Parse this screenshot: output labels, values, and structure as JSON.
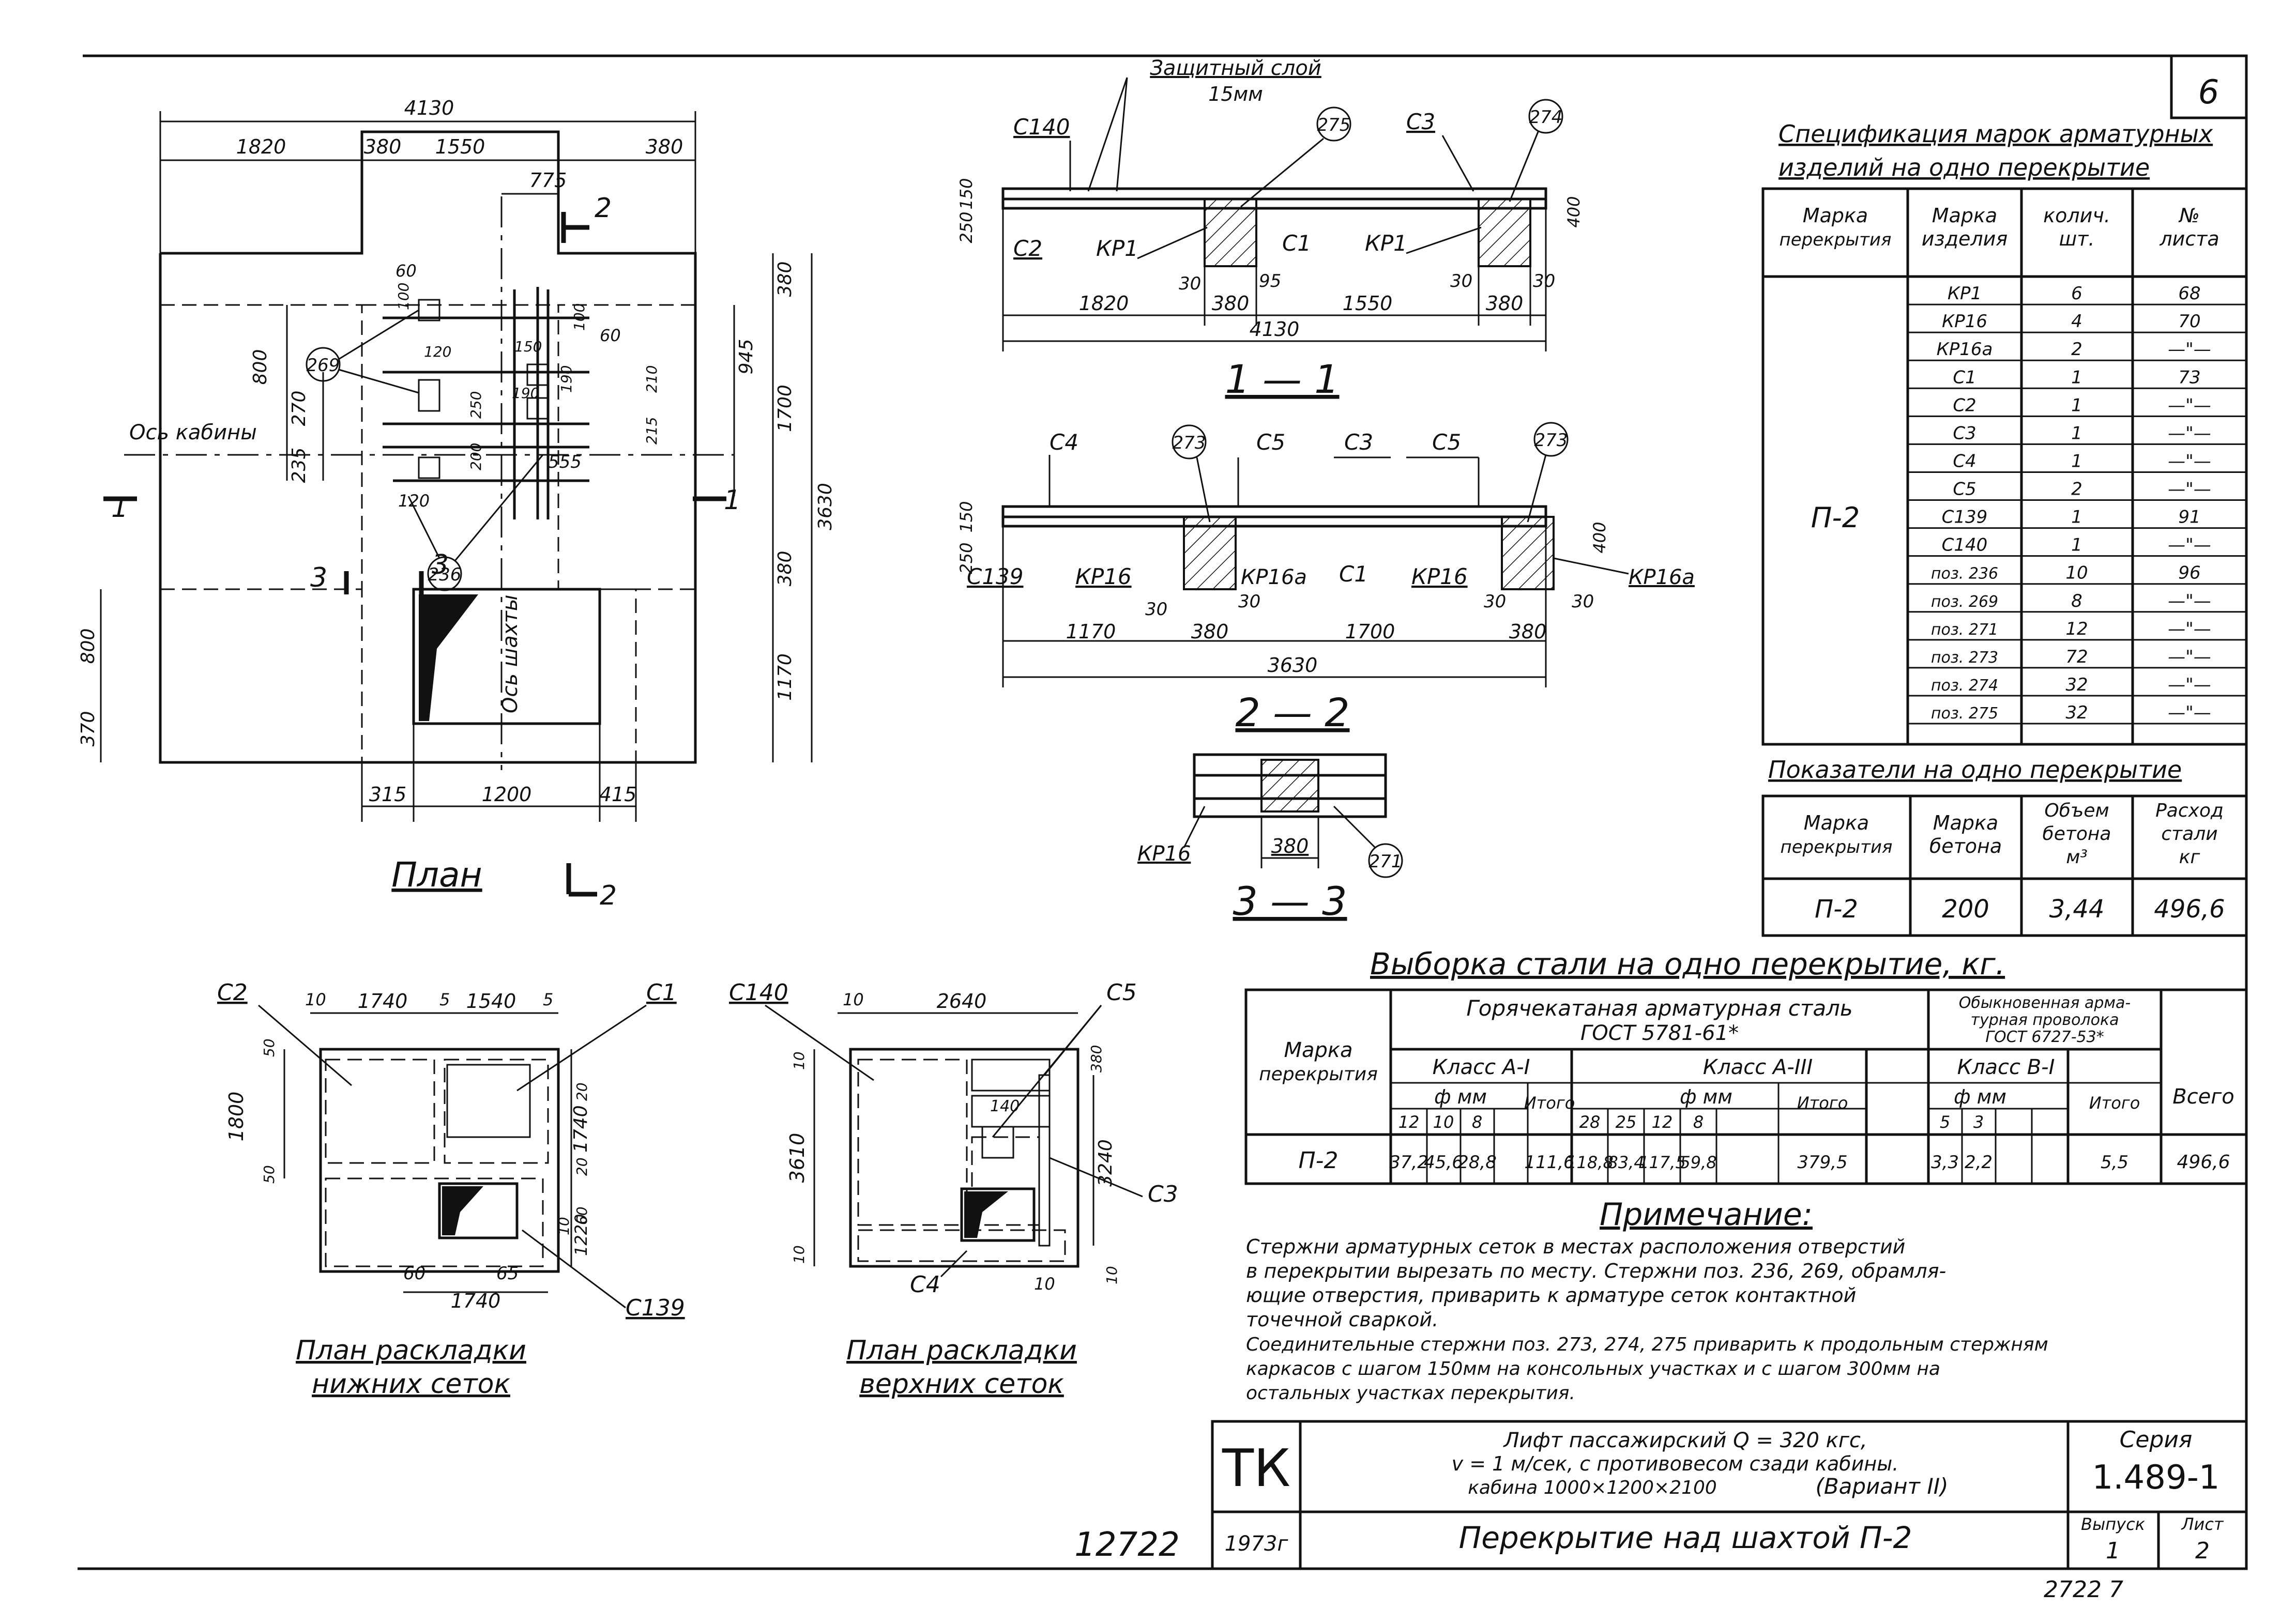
{
  "sheet_number": "6",
  "plan": {
    "title": "План",
    "dims_top": [
      "1820",
      "380",
      "1550",
      "380"
    ],
    "dim_total_top": "4130",
    "dim_775": "775",
    "dims_right": [
      "380",
      "945",
      "1700",
      "3630",
      "380",
      "1170"
    ],
    "dims_left": [
      "800",
      "270",
      "235",
      "800",
      "370"
    ],
    "dims_inner": [
      "60",
      "100",
      "100",
      "120",
      "60",
      "190",
      "150",
      "250",
      "190",
      "210",
      "215",
      "555",
      "200",
      "120"
    ],
    "dims_bottom": [
      "315",
      "1200",
      "415"
    ],
    "axis_cabin": "Ось кабины",
    "axis_shaft": "Ось шахты",
    "marks": [
      "269",
      "236"
    ],
    "section_1": "1",
    "section_2": "2",
    "section_3": "3"
  },
  "section_1_1": {
    "title": "1 — 1",
    "protective_layer": "Защитный слой",
    "protective_layer_value": "15мм",
    "labels": [
      "С140",
      "С3",
      "С2",
      "КР1",
      "С1",
      "КР1"
    ],
    "marks": [
      "275",
      "274"
    ],
    "dims_left": [
      "250",
      "150"
    ],
    "dim_right": "400",
    "dims_small": [
      "30",
      "95",
      "30",
      "30"
    ],
    "dims_bottom": [
      "1820",
      "380",
      "1550",
      "380"
    ],
    "dim_total": "4130"
  },
  "section_2_2": {
    "title": "2 — 2",
    "labels": [
      "С4",
      "С5",
      "С3",
      "С5",
      "С139",
      "КР16",
      "КР16а",
      "С1",
      "КР16",
      "КР16а"
    ],
    "marks": [
      "273",
      "273"
    ],
    "dims_left": [
      "250",
      "150"
    ],
    "dim_right": "400",
    "dims_small": [
      "30",
      "30",
      "30",
      "30"
    ],
    "dims_bottom": [
      "1170",
      "380",
      "1700",
      "380"
    ],
    "dim_total": "3630"
  },
  "section_3_3": {
    "title": "3 — 3",
    "label": "КР16",
    "dim": "380",
    "mark": "271"
  },
  "spec_table": {
    "title_line1": "Спецификация марок арматурных",
    "title_line2": "изделий на одно перекрытие",
    "headers": [
      "Марка перекрытия",
      "Марка изделия",
      "колич. шт.",
      "№ листа"
    ],
    "floor_mark": "П-2",
    "rows": [
      [
        "КР1",
        "6",
        "68"
      ],
      [
        "КР16",
        "4",
        "70"
      ],
      [
        "КР16а",
        "2",
        "—\"—"
      ],
      [
        "С1",
        "1",
        "73"
      ],
      [
        "С2",
        "1",
        "—\"—"
      ],
      [
        "С3",
        "1",
        "—\"—"
      ],
      [
        "С4",
        "1",
        "—\"—"
      ],
      [
        "С5",
        "2",
        "—\"—"
      ],
      [
        "С139",
        "1",
        "91"
      ],
      [
        "С140",
        "1",
        "—\"—"
      ],
      [
        "поз. 236",
        "10",
        "96"
      ],
      [
        "поз. 269",
        "8",
        "—\"—"
      ],
      [
        "поз. 271",
        "12",
        "—\"—"
      ],
      [
        "поз. 273",
        "72",
        "—\"—"
      ],
      [
        "поз. 274",
        "32",
        "—\"—"
      ],
      [
        "поз. 275",
        "32",
        "—\"—"
      ]
    ]
  },
  "indicators": {
    "title": "Показатели на одно перекрытие",
    "headers": [
      "Марка перекрытия",
      "Марка бетона",
      "Объем бетона м³",
      "Расход стали кг"
    ],
    "row": [
      "П-2",
      "200",
      "3,44",
      "496,6"
    ]
  },
  "steel": {
    "title": "Выборка стали на одно перекрытие, кг.",
    "col_mark": "Марка перекрытия",
    "hot_rolled_line1": "Горячекатаная арматурная сталь",
    "hot_rolled_line2": "ГОСТ 5781-61*",
    "wire_line1": "Обыкновенная арма-",
    "wire_line2": "турная проволока",
    "wire_line3": "ГОСТ 6727-53*",
    "class_a1": "Класс А-I",
    "class_a3": "Класс А-III",
    "class_b1": "Класс В-I",
    "diam": "ф мм",
    "total": "Итого",
    "grand_total": "Всего",
    "diams_a1": [
      "12",
      "10",
      "8"
    ],
    "diams_a3": [
      "28",
      "25",
      "12",
      "8"
    ],
    "diams_b1": [
      "5",
      "3"
    ],
    "row": [
      "П-2",
      "37,2",
      "45,6",
      "28,8",
      "111,6",
      "118,8",
      "83,4",
      "117,5",
      "59,8",
      "379,5",
      "3,3",
      "2,2",
      "5,5",
      "496,6"
    ]
  },
  "note": {
    "title": "Примечание:",
    "lines": [
      "Стержни арматурных сеток в местах расположения отверстий",
      "в перекрытии вырезать по месту. Стержни поз. 236, 269, обрамля-",
      "ющие отверстия, приварить к арматуре сеток контактной",
      "точечной сваркой.",
      "Соединительные стержни поз. 273, 274, 275 приварить к продольным стержням",
      "каркасов с шагом 150мм на консольных участках и с шагом 300мм на",
      "остальных участках перекрытия."
    ]
  },
  "lower_plan": {
    "title_line1": "План раскладки",
    "title_line2": "нижних сеток",
    "labels": [
      "С2",
      "С1",
      "С139"
    ],
    "dims": [
      "10",
      "1740",
      "5",
      "1540",
      "5",
      "50",
      "1800",
      "50",
      "20",
      "1740",
      "20",
      "10",
      "60",
      "1220",
      "60",
      "65",
      "1740"
    ]
  },
  "upper_plan": {
    "title_line1": "План раскладки",
    "title_line2": "верхних сеток",
    "labels": [
      "С140",
      "С5",
      "С3",
      "С4"
    ],
    "dims": [
      "10",
      "2640",
      "10",
      "3610",
      "10",
      "380",
      "140",
      "3240",
      "10",
      "10"
    ]
  },
  "title_block": {
    "org": "ТК",
    "desc_line1": "Лифт пассажирский Q = 320 кгс,",
    "desc_line2": "v = 1 м/сек, с противовесом сзади кабины.",
    "desc_line3": "кабина 1000×1200×2100",
    "variant": "(Вариант II)",
    "series_label": "Серия",
    "series": "1.489-1",
    "year": "1973г",
    "drawing_title": "Перекрытие над шахтой П-2",
    "issue_label": "Выпуск",
    "issue": "1",
    "sheet_label": "Лист",
    "sheet": "2"
  },
  "stamp_number": "12722",
  "footer_number": "2722 7"
}
